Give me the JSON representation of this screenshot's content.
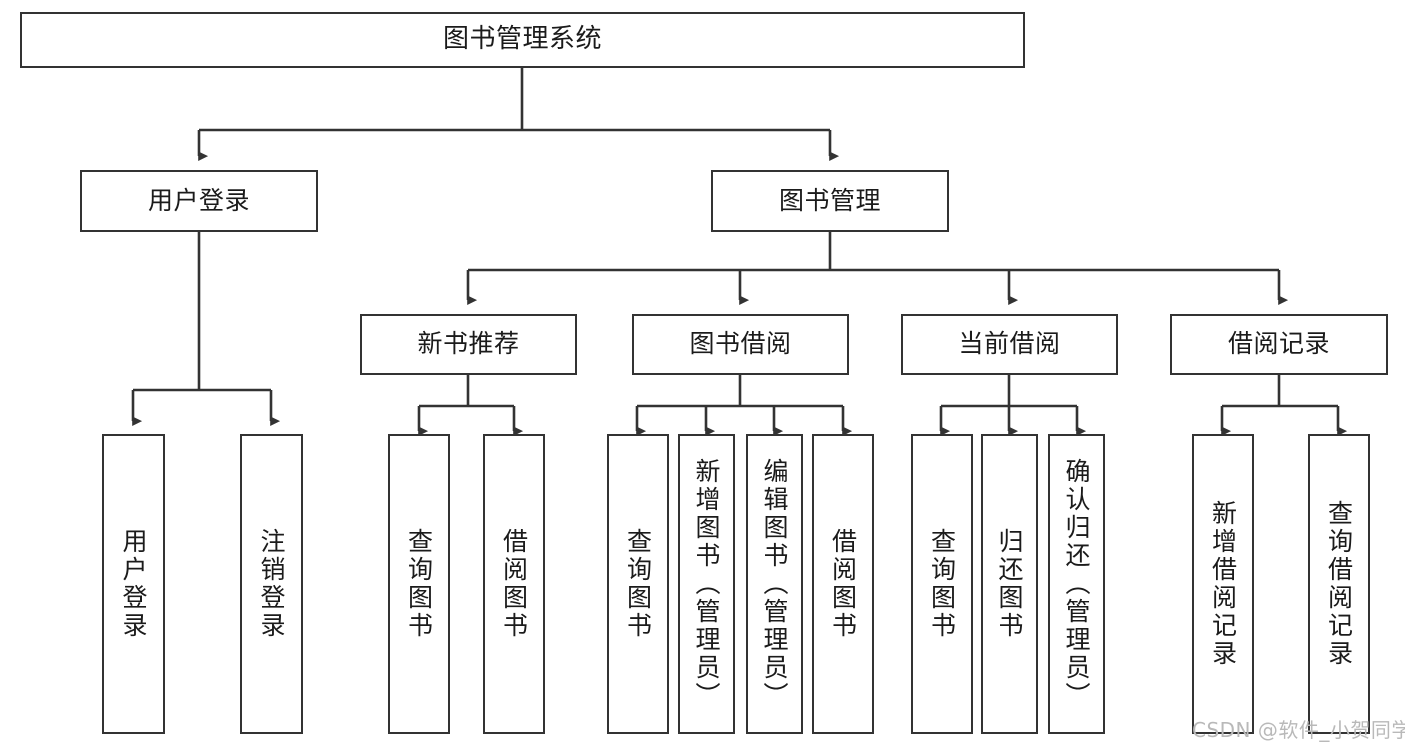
{
  "diagram": {
    "title": "图书管理系统",
    "watermark": "CSDN @软件_小贺同学",
    "line_color": "#333333",
    "box_fill": "#ffffff",
    "text_color": "#1b1b1b",
    "watermark_color": "#b9b9b9"
  },
  "nodes": {
    "root": {
      "label": "图书管理系统"
    },
    "level2": [
      {
        "label": "用户登录"
      },
      {
        "label": "图书管理"
      }
    ],
    "level3": [
      {
        "label": "新书推荐"
      },
      {
        "label": "图书借阅"
      },
      {
        "label": "当前借阅"
      },
      {
        "label": "借阅记录"
      }
    ],
    "leaves": {
      "user_login": [
        {
          "label": "用户登录"
        },
        {
          "label": "注销登录"
        }
      ],
      "new_book_recommend": [
        {
          "label": "查询图书"
        },
        {
          "label": "借阅图书"
        }
      ],
      "book_borrow": [
        {
          "label": "查询图书"
        },
        {
          "label": "新增图书（管理员）"
        },
        {
          "label": "编辑图书（管理员）"
        },
        {
          "label": "借阅图书"
        }
      ],
      "current_borrow": [
        {
          "label": "查询图书"
        },
        {
          "label": "归还图书"
        },
        {
          "label": "确认归还（管理员）"
        }
      ],
      "borrow_record": [
        {
          "label": "新增借阅记录"
        },
        {
          "label": "查询借阅记录"
        }
      ]
    }
  },
  "chart_data": {
    "type": "tree",
    "title": "图书管理系统",
    "root": "图书管理系统",
    "edges": [
      [
        "图书管理系统",
        "用户登录"
      ],
      [
        "图书管理系统",
        "图书管理"
      ],
      [
        "用户登录",
        "用户登录"
      ],
      [
        "用户登录",
        "注销登录"
      ],
      [
        "图书管理",
        "新书推荐"
      ],
      [
        "图书管理",
        "图书借阅"
      ],
      [
        "图书管理",
        "当前借阅"
      ],
      [
        "图书管理",
        "借阅记录"
      ],
      [
        "新书推荐",
        "查询图书"
      ],
      [
        "新书推荐",
        "借阅图书"
      ],
      [
        "图书借阅",
        "查询图书"
      ],
      [
        "图书借阅",
        "新增图书（管理员）"
      ],
      [
        "图书借阅",
        "编辑图书（管理员）"
      ],
      [
        "图书借阅",
        "借阅图书"
      ],
      [
        "当前借阅",
        "查询图书"
      ],
      [
        "当前借阅",
        "归还图书"
      ],
      [
        "当前借阅",
        "确认归还（管理员）"
      ],
      [
        "借阅记录",
        "新增借阅记录"
      ],
      [
        "借阅记录",
        "查询借阅记录"
      ]
    ],
    "levels": 4,
    "orientation": "top-down",
    "arrowheads": true
  }
}
